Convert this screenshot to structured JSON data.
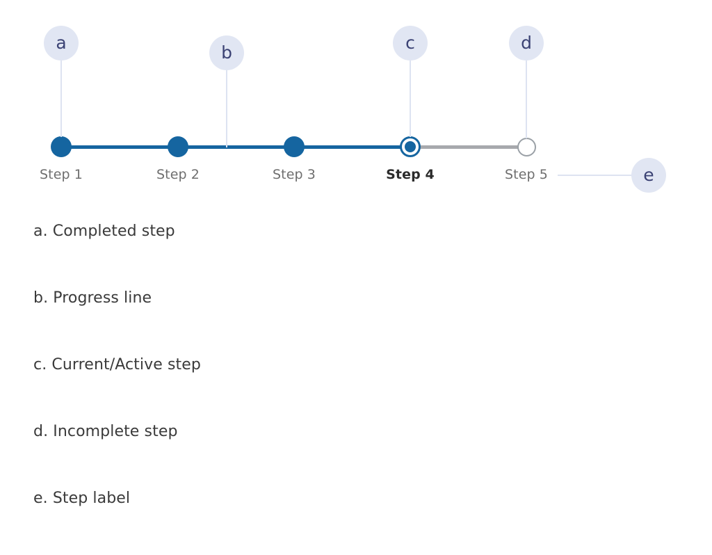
{
  "stepper": {
    "steps": [
      {
        "label": "Step 1",
        "state": "completed"
      },
      {
        "label": "Step 2",
        "state": "completed"
      },
      {
        "label": "Step 3",
        "state": "completed"
      },
      {
        "label": "Step 4",
        "state": "current"
      },
      {
        "label": "Step 5",
        "state": "incomplete"
      }
    ],
    "current_step_index": 4,
    "total_steps": 5
  },
  "callouts": [
    {
      "key": "a",
      "target": "completed-step"
    },
    {
      "key": "b",
      "target": "progress-line"
    },
    {
      "key": "c",
      "target": "current-step"
    },
    {
      "key": "d",
      "target": "incomplete-step"
    },
    {
      "key": "e",
      "target": "step-label"
    }
  ],
  "legend": {
    "items": [
      {
        "marker": "a.",
        "text": "a. Completed step"
      },
      {
        "marker": "b.",
        "text": "b. Progress line"
      },
      {
        "marker": "c.",
        "text": "c. Current/Active step"
      },
      {
        "marker": "d.",
        "text": "d. Incomplete step"
      },
      {
        "marker": "e.",
        "text": "e. Step label"
      }
    ]
  },
  "colors": {
    "progress_done": "#1565a0",
    "progress_todo": "#a7a9ad",
    "badge_background": "#e1e6f3",
    "badge_text": "#3b4274",
    "leader_line": "#dde3f1",
    "step_label": "#6e6e6e",
    "step_label_current": "#2b2b2b",
    "legend_text": "#3a3a3a",
    "incomplete_border": "#9aa0a6",
    "page_background": "#ffffff"
  }
}
